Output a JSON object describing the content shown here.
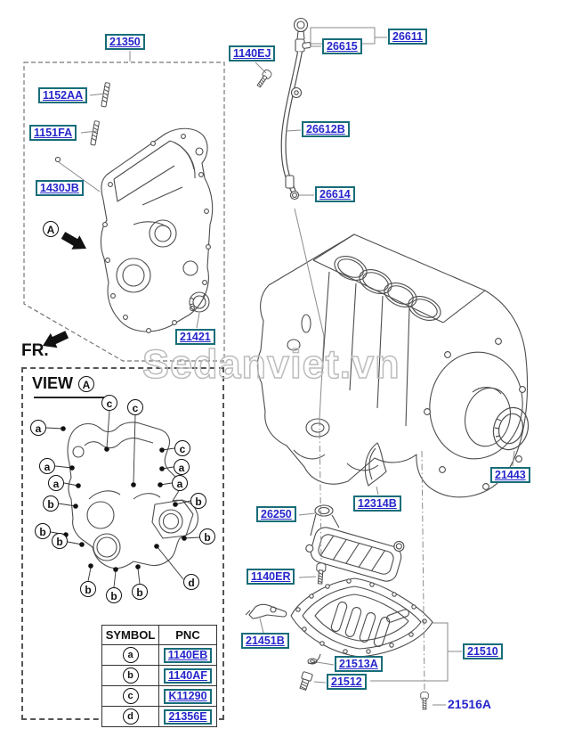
{
  "watermark": "Sedanviet.vn",
  "front_marker": "FR.",
  "assembly_marker": "A",
  "view": {
    "title": "VIEW",
    "letter": "A"
  },
  "part_labels": {
    "21350": "21350",
    "1152AA": "1152AA",
    "1151FA": "1151FA",
    "1430JB": "1430JB",
    "21421": "21421",
    "1140EJ": "1140EJ",
    "26615": "26615",
    "26611": "26611",
    "26612B": "26612B",
    "26614": "26614",
    "21443": "21443",
    "12314B": "12314B",
    "26250": "26250",
    "1140ER": "1140ER",
    "21451B": "21451B",
    "21510": "21510",
    "21513A": "21513A",
    "21512": "21512",
    "21516A": "21516A"
  },
  "callout_letters": {
    "a": "a",
    "b": "b",
    "c": "c",
    "d": "d"
  },
  "symbol_table": {
    "headers": [
      "SYMBOL",
      "PNC"
    ],
    "rows": [
      {
        "symbol": "a",
        "pnc": "1140EB"
      },
      {
        "symbol": "b",
        "pnc": "1140AF"
      },
      {
        "symbol": "c",
        "pnc": "K11290"
      },
      {
        "symbol": "d",
        "pnc": "21356E"
      }
    ]
  },
  "colors": {
    "label_border": "#186d7a",
    "link_text": "#2626cc",
    "drawing_line": "#4d4d4d",
    "leader_line": "#8a8a8a",
    "watermark": "#bcbcbc",
    "black": "#111111"
  }
}
